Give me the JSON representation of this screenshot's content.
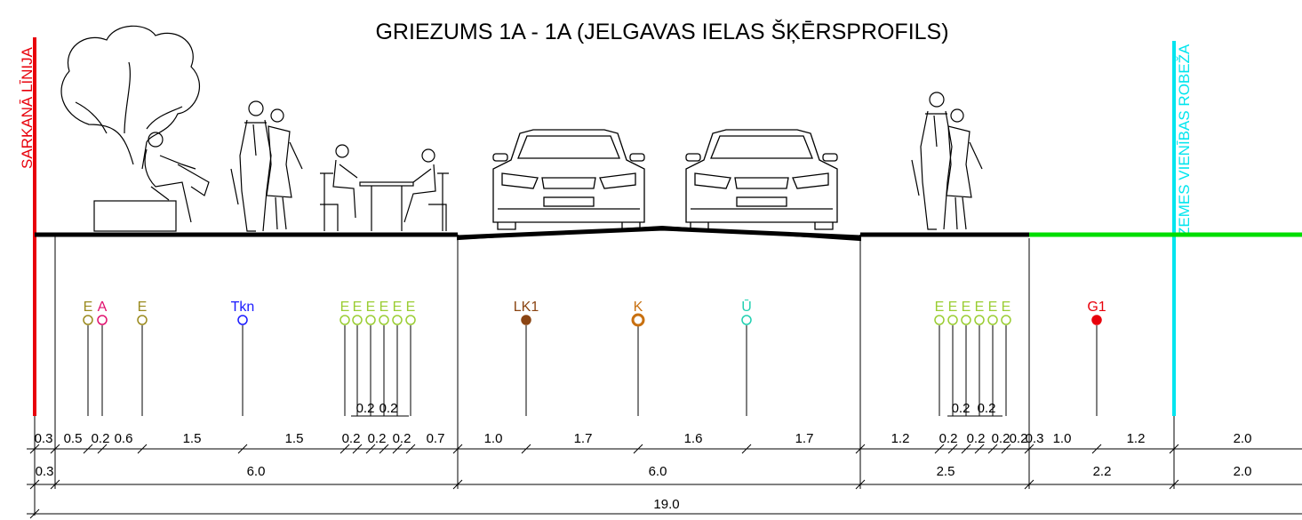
{
  "title": "GRIEZUMS 1A - 1A (JELGAVAS IELAS ŠĶĒRSPROFILS)",
  "labels": {
    "red_line": "SARKANĀ LĪNIJA",
    "boundary": "ZEMES VIENĪBAS ROBEŽA"
  },
  "colors": {
    "red_line": "#e8000b",
    "boundary": "#00e5ee",
    "green_strip": "#00dd00"
  },
  "utilities": [
    {
      "label": "E",
      "color": "#9a8a1e",
      "filled": false
    },
    {
      "label": "A",
      "color": "#e0106e",
      "filled": false
    },
    {
      "label": "E",
      "color": "#9a8a1e",
      "filled": false
    },
    {
      "label": "Tkn",
      "color": "#1a1aff",
      "filled": false
    },
    {
      "label": "E",
      "color": "#9acd32",
      "filled": false
    },
    {
      "label": "E",
      "color": "#9acd32",
      "filled": false
    },
    {
      "label": "E",
      "color": "#9acd32",
      "filled": false
    },
    {
      "label": "E",
      "color": "#9acd32",
      "filled": false
    },
    {
      "label": "E",
      "color": "#9acd32",
      "filled": false
    },
    {
      "label": "E",
      "color": "#9acd32",
      "filled": false
    },
    {
      "label": "LK1",
      "color": "#8b4513",
      "filled": true
    },
    {
      "label": "K",
      "color": "#c87010",
      "filled": false
    },
    {
      "label": "Ū",
      "color": "#20d0b0",
      "filled": false
    },
    {
      "label": "E",
      "color": "#9acd32",
      "filled": false
    },
    {
      "label": "E",
      "color": "#9acd32",
      "filled": false
    },
    {
      "label": "E",
      "color": "#9acd32",
      "filled": false
    },
    {
      "label": "E",
      "color": "#9acd32",
      "filled": false
    },
    {
      "label": "E",
      "color": "#9acd32",
      "filled": false
    },
    {
      "label": "E",
      "color": "#9acd32",
      "filled": false
    },
    {
      "label": "G1",
      "color": "#e8000b",
      "filled": true
    }
  ],
  "dimensions": {
    "row1": [
      "0.3",
      "0.5",
      "0.2",
      "0.6",
      "1.5",
      "1.5",
      "0.2",
      "0.2",
      "0.2",
      "0.7",
      "1.0",
      "1.7",
      "1.6",
      "1.7",
      "1.2",
      "0.2",
      "0.2",
      "0.2",
      "0.2",
      "0.3",
      "1.0",
      "1.2",
      "2.0"
    ],
    "row1_upper": [
      "0.2",
      "0.2",
      "0.2",
      "0.2"
    ],
    "row2": [
      "0.3",
      "6.0",
      "6.0",
      "2.5",
      "2.2",
      "2.0"
    ],
    "total": "19.0"
  }
}
